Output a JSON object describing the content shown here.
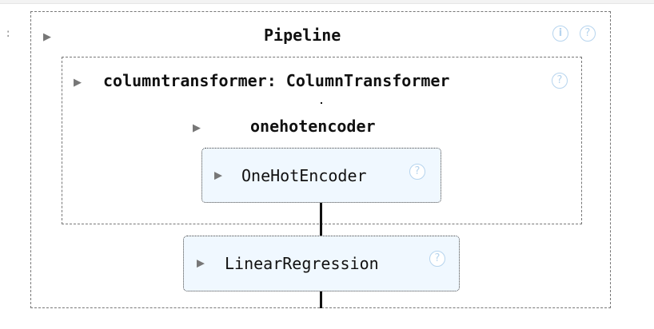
{
  "gutter": {
    "dots": ":"
  },
  "pipeline": {
    "title": "Pipeline",
    "expand_glyph": "▶",
    "info_glyph": "i",
    "help_glyph": "?",
    "steps": {
      "column_transformer": {
        "title": "columntransformer: ColumnTransformer",
        "expand_glyph": "▶",
        "help_glyph": "?",
        "branch": {
          "title": "onehotencoder",
          "expand_glyph": "▶",
          "estimator": {
            "name": "OneHotEncoder",
            "expand_glyph": "▶",
            "help_glyph": "?"
          }
        }
      },
      "final_estimator": {
        "name": "LinearRegression",
        "expand_glyph": "▶",
        "help_glyph": "?"
      }
    }
  },
  "colors": {
    "box_fill": "#f0f8ff",
    "help_icon": "#b6d4ee",
    "border": "#777777"
  }
}
